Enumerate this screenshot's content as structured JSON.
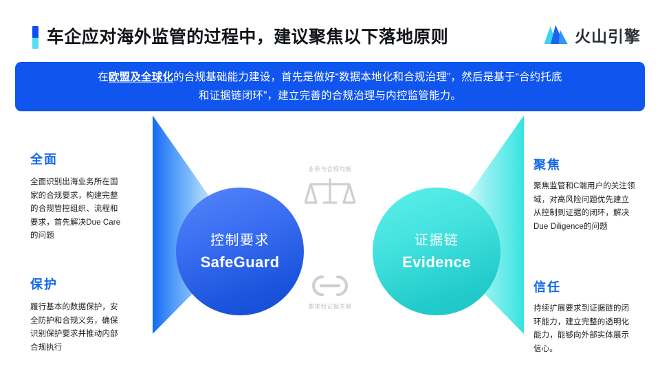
{
  "header": {
    "title": "车企应对海外监管的过程中，建议聚焦以下落地原则",
    "brand_name": "火山引擎",
    "brand_icon": "volcano-mountain-logo",
    "accent_color_top": "#0e4ff2",
    "accent_color_bottom": "#54dff2"
  },
  "banner": {
    "background": "#1055ee",
    "line1_prefix": "在",
    "line1_bold": "欧盟及全球化",
    "line1_rest": "的合规基础能力建设，首先是做好“数据本地化和合规治理”，然后是基于“合约托底",
    "line2": "和证据链闭环”，建立完善的合规治理与内控监管能力。"
  },
  "center": {
    "safeguard": {
      "cn": "控制要求",
      "en": "SafeGuard",
      "color_from": "#5585f8",
      "color_to": "#1249d2"
    },
    "evidence": {
      "cn": "证据链",
      "en": "Evidence",
      "color_from": "#5df0ea",
      "color_to": "#1ec4c4"
    },
    "top_label": "业务与合规均衡",
    "top_icon": "balance-scale-icon",
    "bottom_label": "要求和证据关联",
    "bottom_icon": "chain-link-icon"
  },
  "left_column": [
    {
      "heading": "全面",
      "body": "全面识别出海业务所在国家的合规要求，构建完整的合规管控组织、流程和要求，首先解决Due Care的问题"
    },
    {
      "heading": "保护",
      "body": "履行基本的数据保护，安全防护和合规义务，确保识别保护要求并推动内部合规执行"
    }
  ],
  "right_column": [
    {
      "heading": "聚焦",
      "body": "聚焦监管和C端用户的关注领域，对高风险问题优先建立从控制到证据的闭环，解决Due Diligence的问题"
    },
    {
      "heading": "信任",
      "body": "持续扩展要求到证据链的闭环能力，建立完整的透明化能力，能够向外部实体展示信心。"
    }
  ],
  "heading_color": "#1569e8"
}
